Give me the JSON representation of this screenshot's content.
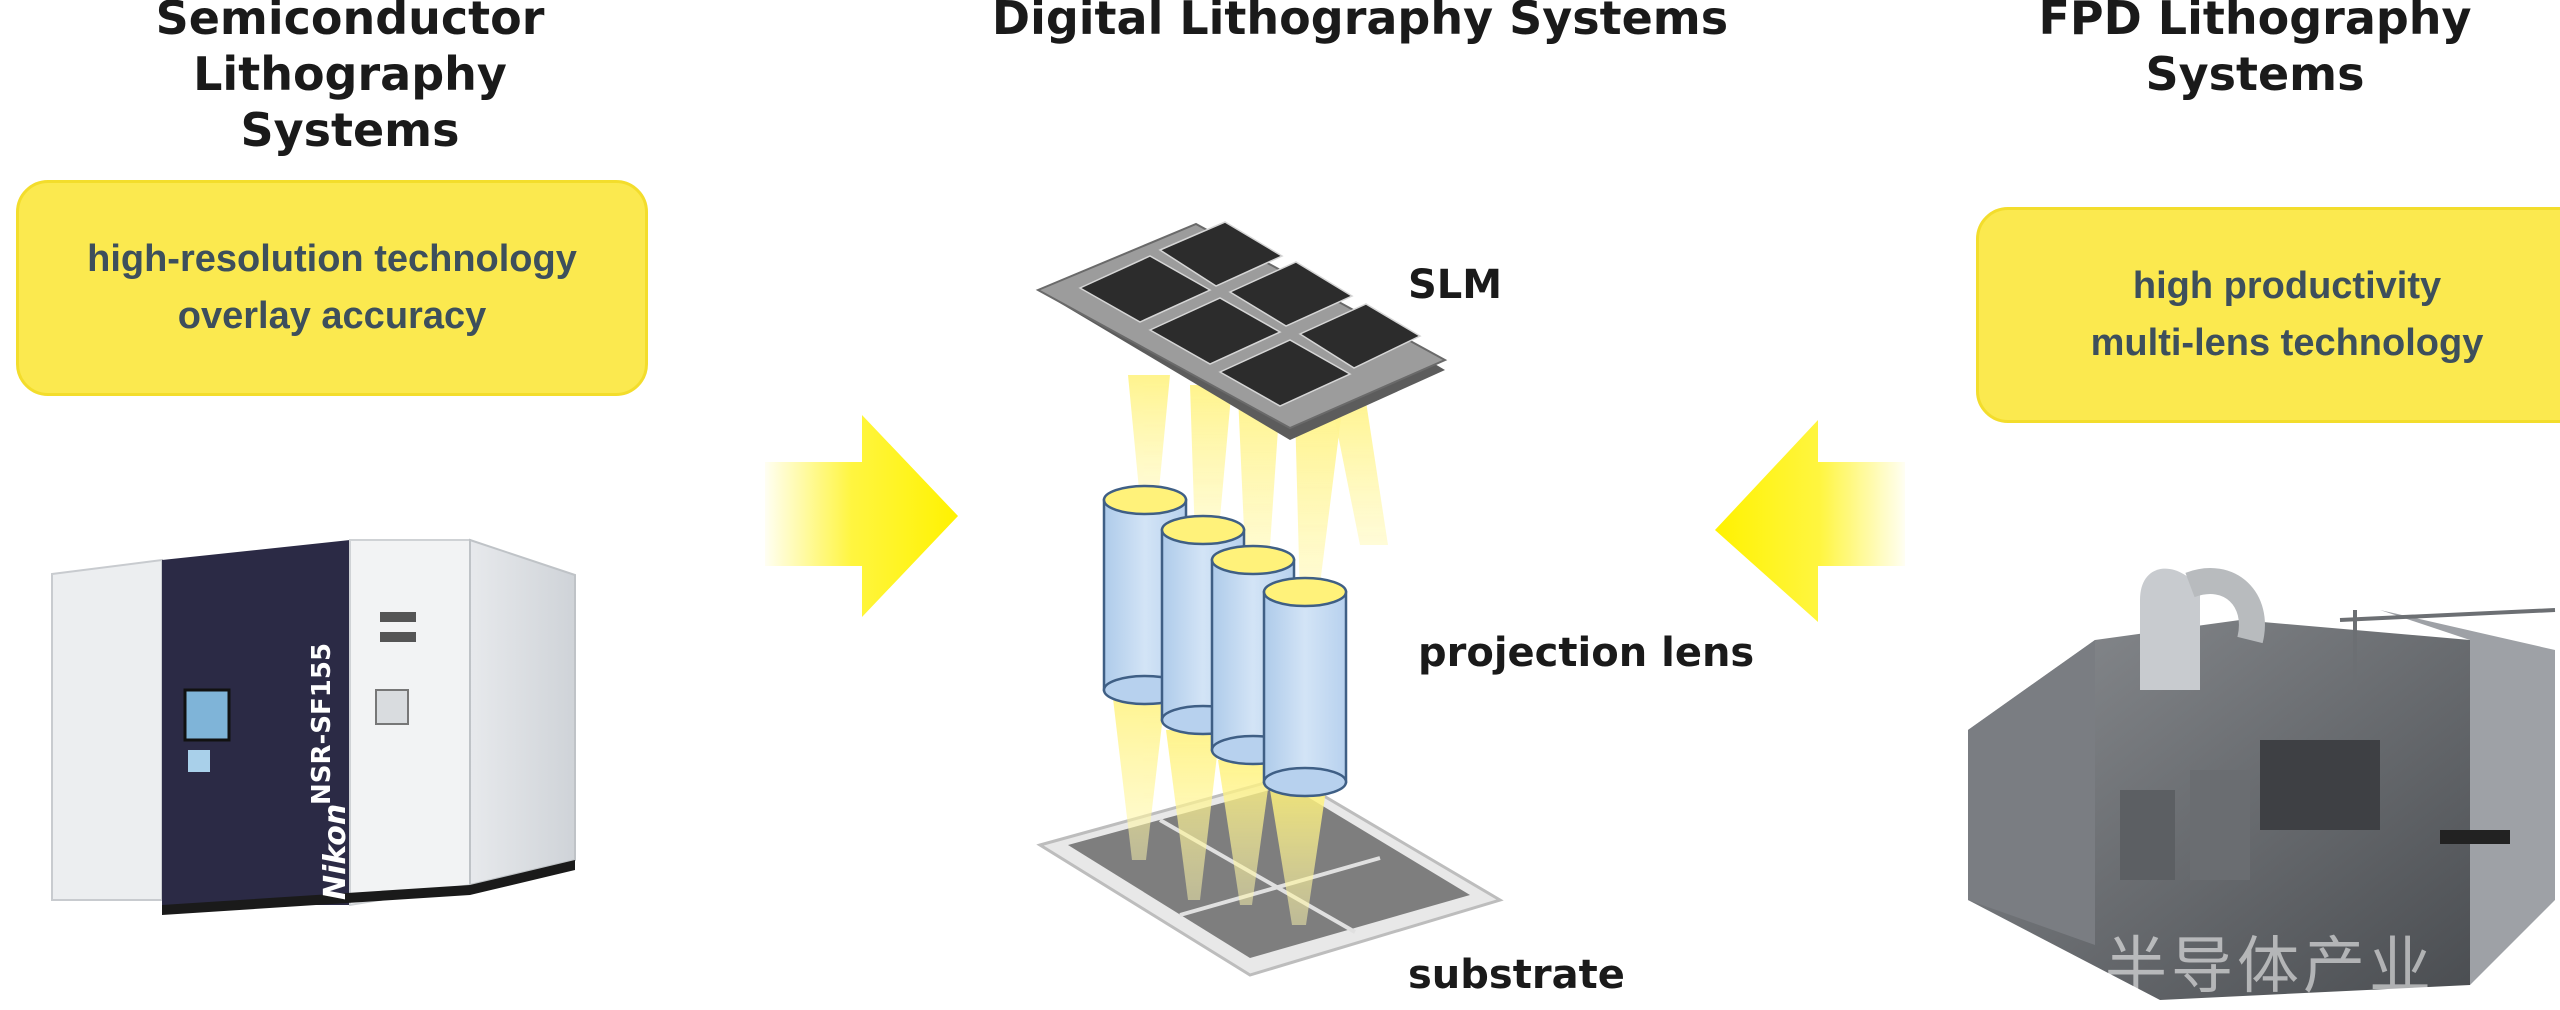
{
  "titles": {
    "semiconductor_line1": "Semiconductor Lithography",
    "semiconductor_line2": "Systems",
    "digital": "Digital Lithography Systems",
    "fpd_line1": "FPD Lithography",
    "fpd_line2": "Systems"
  },
  "semiconductor_box": {
    "line1": "high-resolution technology",
    "line2": "overlay accuracy"
  },
  "fpd_box": {
    "line1": "high productivity",
    "line2": "multi-lens technology"
  },
  "diagram_labels": {
    "slm": "SLM",
    "projection_lens": "projection lens",
    "substrate": "substrate"
  },
  "machine": {
    "brand": "Nikon",
    "model": "NSR-SF155"
  },
  "watermark": "半导体产业",
  "colors": {
    "feature_box": "#fbe94f",
    "arrow_yellow": "#fff200",
    "lens_fill": "#c6dcf2",
    "text_dark": "#1a1a1a",
    "box_text": "#3d4f5c"
  }
}
